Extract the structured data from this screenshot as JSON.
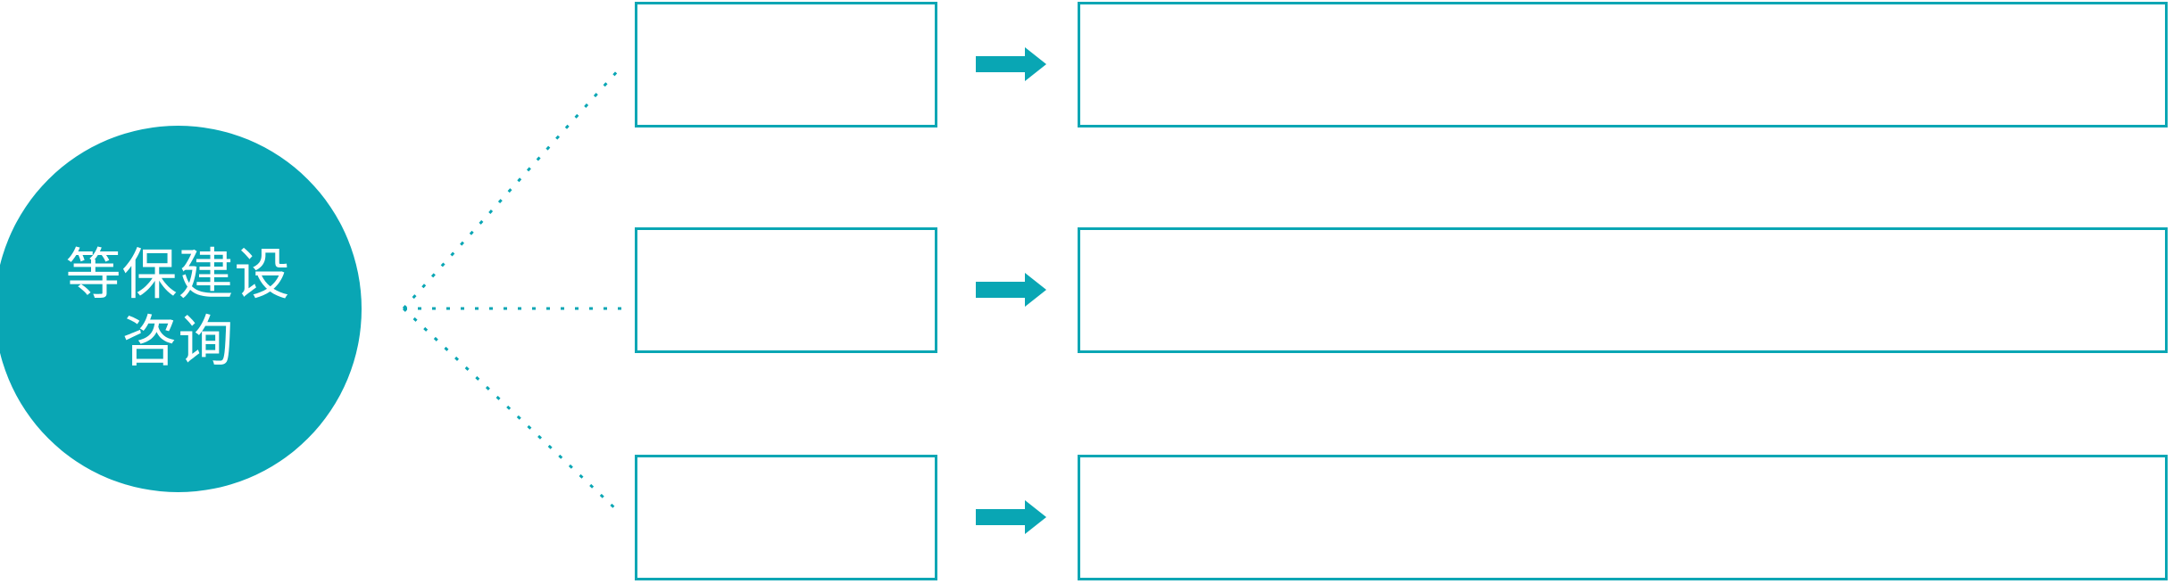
{
  "root": {
    "title_line1": "等保建设",
    "title_line2": "咨询"
  },
  "branches": [
    {
      "category_label": "",
      "detail_label": ""
    },
    {
      "category_label": "",
      "detail_label": ""
    },
    {
      "category_label": "",
      "detail_label": ""
    }
  ],
  "icons": {
    "arrow_right": "solid-right-block-arrow",
    "connector": "dotted-line"
  },
  "colors": {
    "accent": "#09A6B4",
    "background": "#FFFFFF",
    "text_on_accent": "#FFFFFF"
  }
}
